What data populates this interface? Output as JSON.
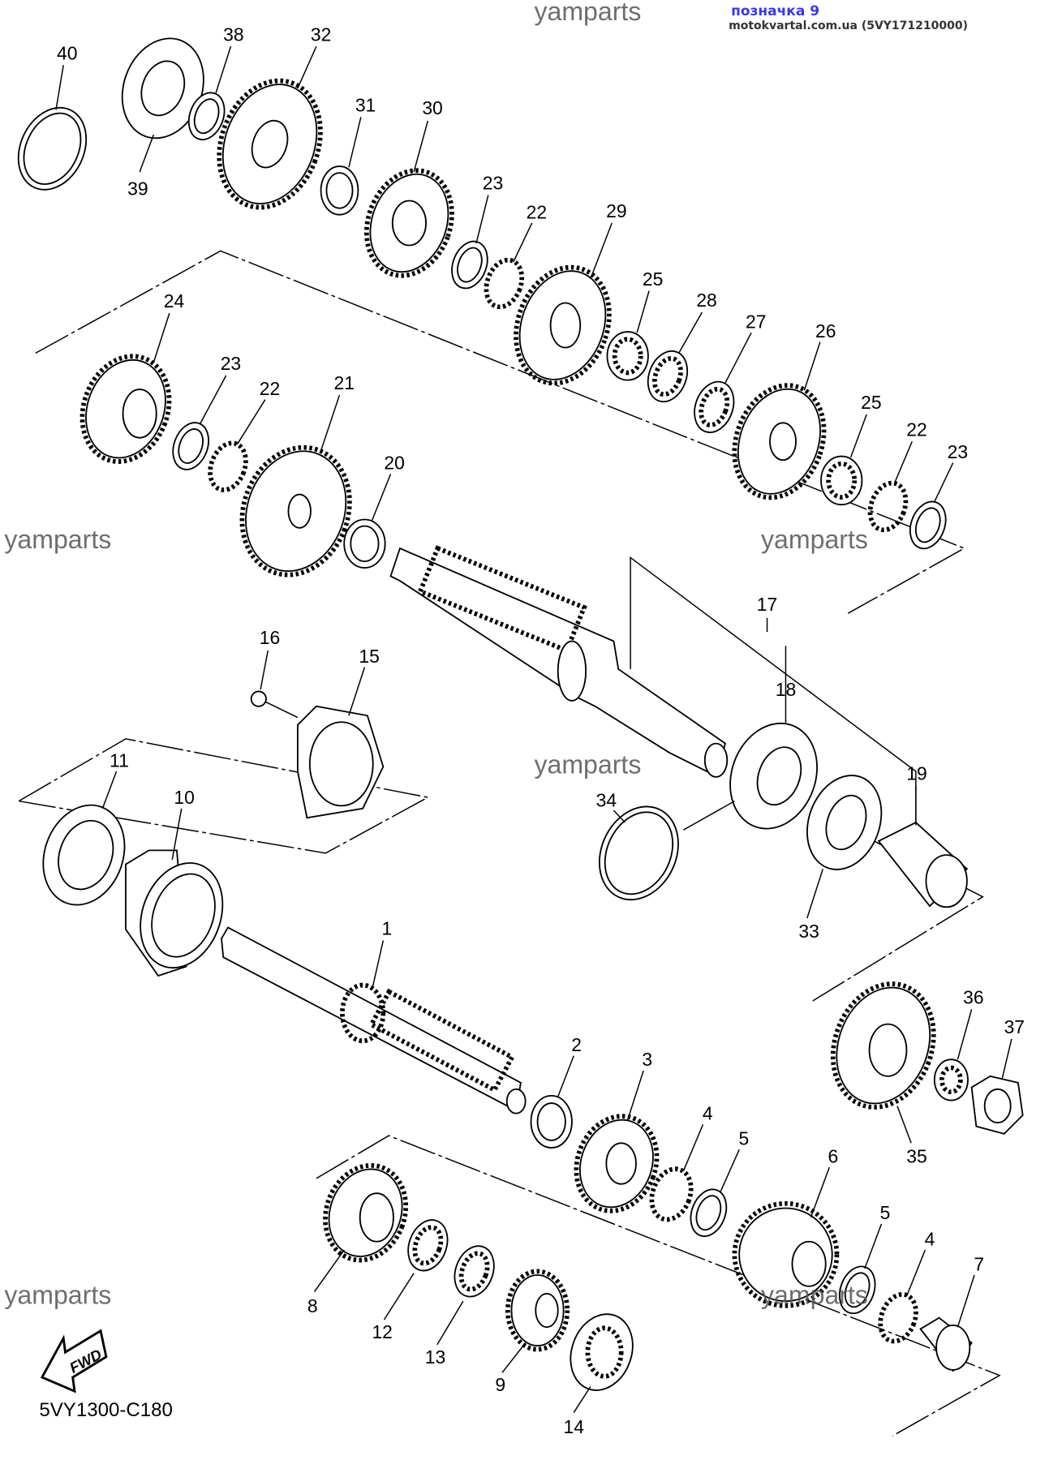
{
  "header": {
    "label": "позначка 9",
    "source": "motokvartal.com.ua (5VY171210000)"
  },
  "watermark": "yamparts",
  "diagram_code": "5VY1300-C180",
  "fwd_label": "FWD",
  "callouts": [
    "40",
    "38",
    "32",
    "39",
    "31",
    "30",
    "23",
    "22",
    "29",
    "25",
    "28",
    "27",
    "26",
    "24",
    "23",
    "22",
    "21",
    "20",
    "25",
    "22",
    "23",
    "17",
    "18",
    "19",
    "16",
    "15",
    "34",
    "11",
    "10",
    "33",
    "1",
    "36",
    "37",
    "35",
    "2",
    "3",
    "4",
    "5",
    "6",
    "5",
    "4",
    "7",
    "8",
    "12",
    "13",
    "9",
    "14"
  ]
}
